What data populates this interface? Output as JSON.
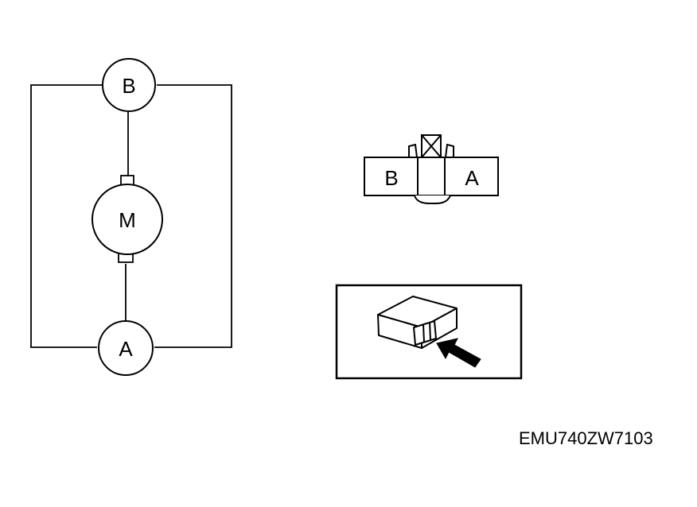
{
  "circuit": {
    "terminal_top": "B",
    "motor": "M",
    "terminal_bottom": "A"
  },
  "connector": {
    "left_label": "B",
    "right_label": "A"
  },
  "figure_code": "EMU740ZW7103"
}
